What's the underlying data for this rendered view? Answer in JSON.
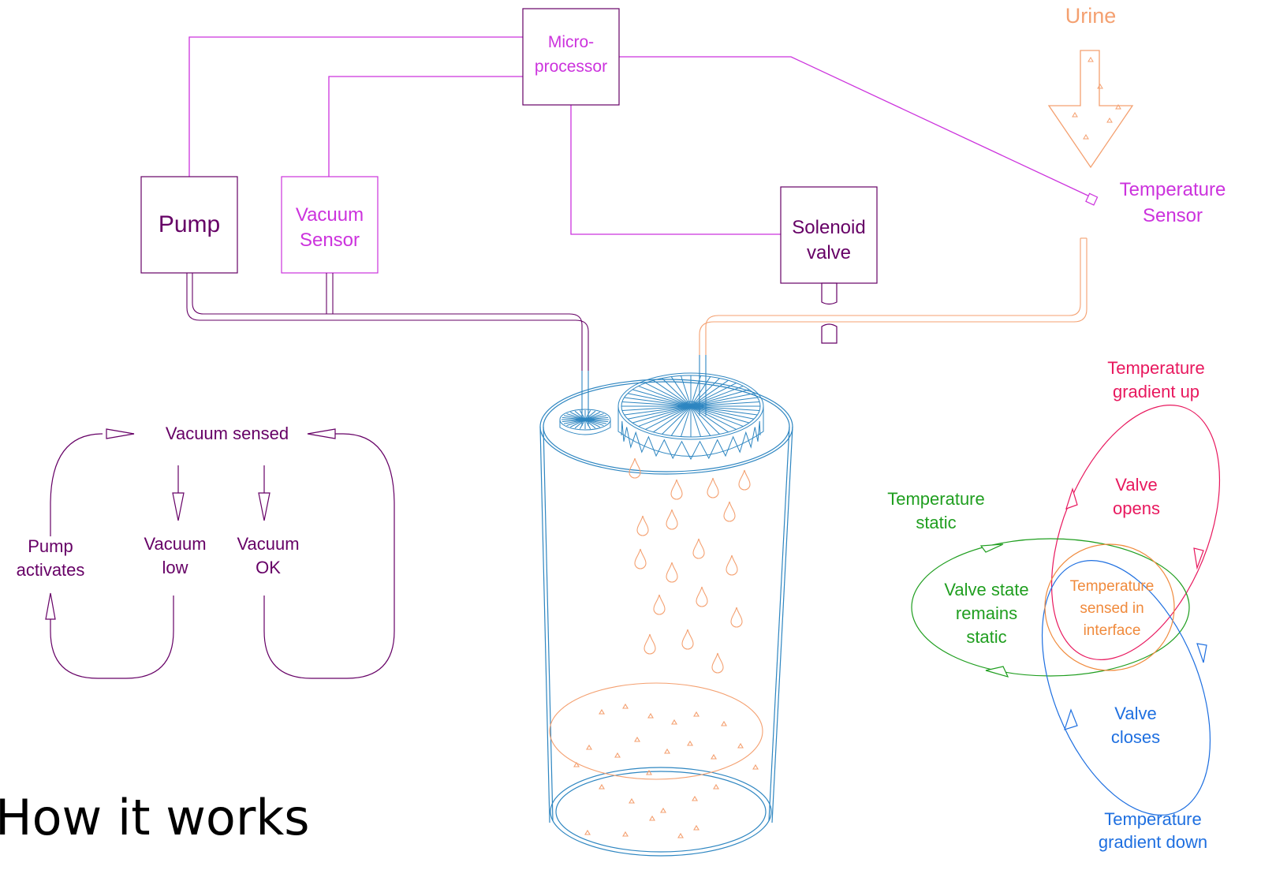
{
  "title": "How it works",
  "labels": {
    "urine": "Urine",
    "microprocessor_1": "Micro-",
    "microprocessor_2": "processor",
    "pump": "Pump",
    "vacuum_sensor_1": "Vacuum",
    "vacuum_sensor_2": "Sensor",
    "solenoid_1": "Solenoid",
    "solenoid_2": "valve",
    "temp_sensor_1": "Temperature",
    "temp_sensor_2": "Sensor"
  },
  "vacuum_loop": {
    "vacuum_sensed": "Vacuum sensed",
    "pump_activates_1": "Pump",
    "pump_activates_2": "activates",
    "vacuum_low_1": "Vacuum",
    "vacuum_low_2": "low",
    "vacuum_ok_1": "Vacuum",
    "vacuum_ok_2": "OK"
  },
  "temperature_loop": {
    "gradient_up_1": "Temperature",
    "gradient_up_2": "gradient up",
    "valve_opens_1": "Valve",
    "valve_opens_2": "opens",
    "static_1": "Temperature",
    "static_2": "static",
    "state_static_1": "Valve state",
    "state_static_2": "remains",
    "state_static_3": "static",
    "interface_1": "Temperature",
    "interface_2": "sensed in",
    "interface_3": "interface",
    "valve_closes_1": "Valve",
    "valve_closes_2": "closes",
    "gradient_down_1": "Temperature",
    "gradient_down_2": "gradient down"
  },
  "colors": {
    "control": "#cc33dd",
    "pump_text": "#660066",
    "urine": "#f4a070",
    "tube": "#2e86c1",
    "loop_purple": "#660066",
    "gradient_up": "#e8185e",
    "static": "#1f9e1f",
    "gradient_down": "#1e6fe0",
    "interface": "#f08a3c"
  }
}
